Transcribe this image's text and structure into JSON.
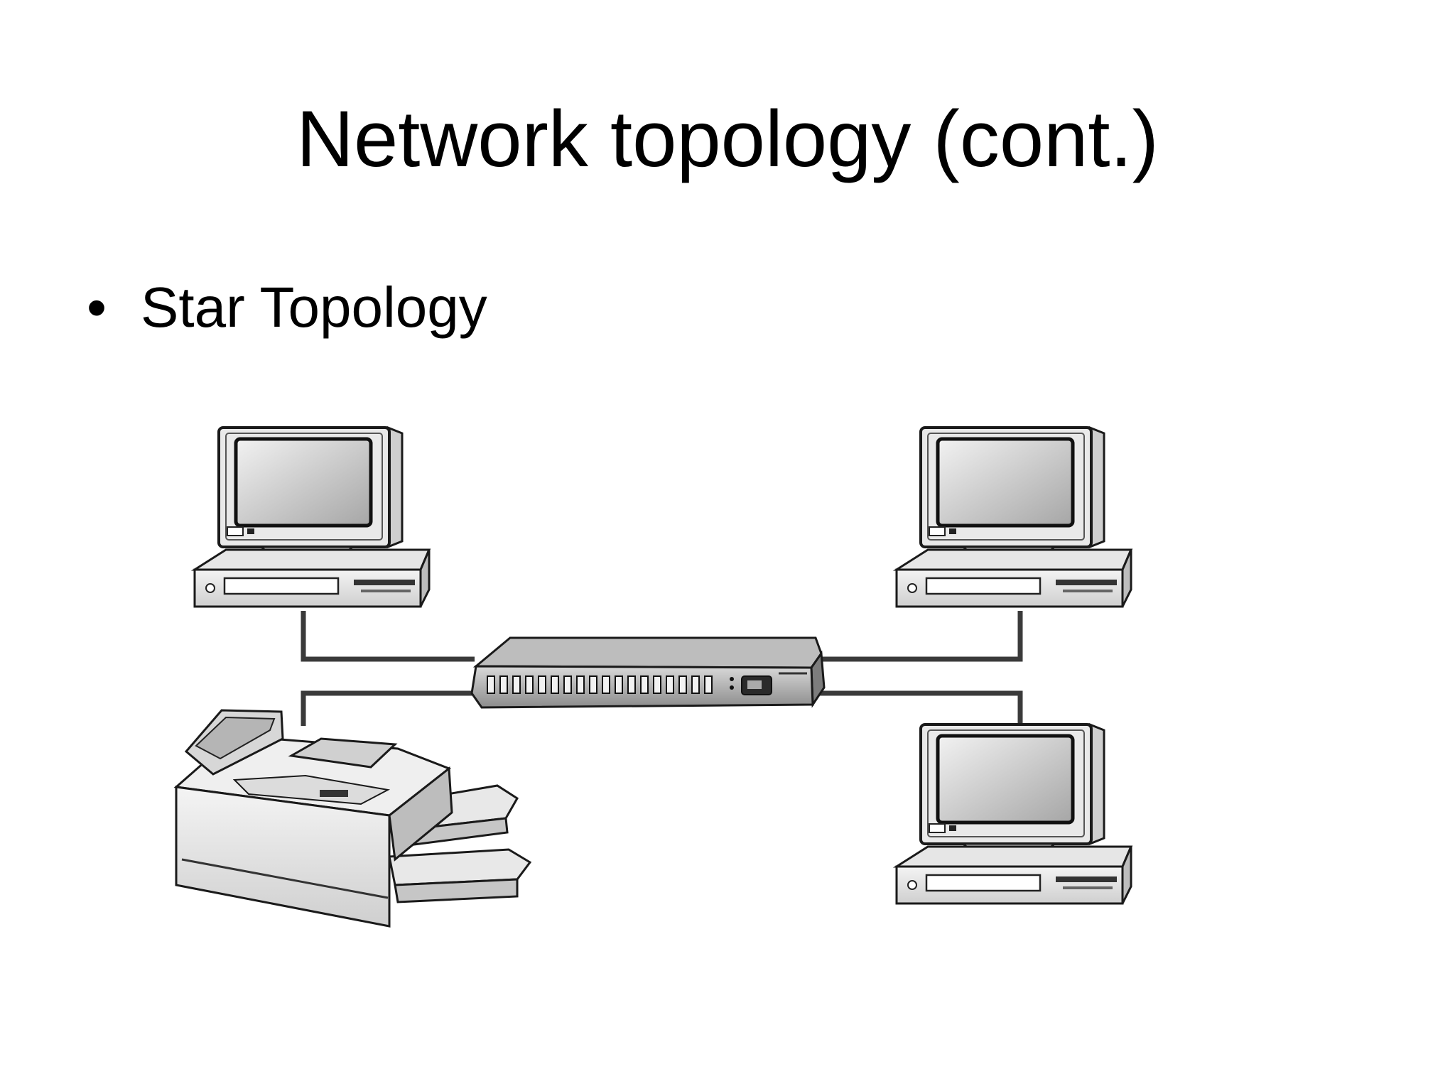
{
  "slide": {
    "title": "Network topology (cont.)",
    "bullets": [
      {
        "symbol": "•",
        "text": "Star Topology"
      }
    ]
  },
  "diagram": {
    "topology": "star",
    "hub": {
      "icon": "network-hub-icon"
    },
    "nodes": [
      {
        "icon": "desktop-computer-icon",
        "position": "top-left"
      },
      {
        "icon": "desktop-computer-icon",
        "position": "top-right"
      },
      {
        "icon": "printer-icon",
        "position": "bottom-left"
      },
      {
        "icon": "desktop-computer-icon",
        "position": "bottom-right"
      }
    ],
    "colors": {
      "cable": "#3a3a3a",
      "device_fill": "#e4e4e4",
      "screen": "#b9b9b9",
      "outline": "#1a1a1a"
    }
  }
}
